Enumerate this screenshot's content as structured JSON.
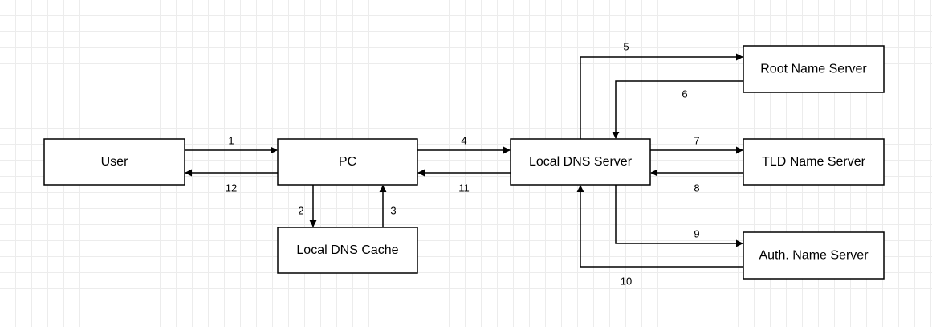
{
  "nodes": {
    "user": "User",
    "pc": "PC",
    "cache": "Local DNS Cache",
    "local_dns": "Local DNS Server",
    "root": "Root Name Server",
    "tld": "TLD Name Server",
    "auth": "Auth. Name Server"
  },
  "edges": {
    "e1": "1",
    "e2": "2",
    "e3": "3",
    "e4": "4",
    "e5": "5",
    "e6": "6",
    "e7": "7",
    "e8": "8",
    "e9": "9",
    "e10": "10",
    "e11": "11",
    "e12": "12"
  },
  "colors": {
    "stroke": "#000000",
    "grid": "#ececec",
    "background": "#ffffff"
  }
}
